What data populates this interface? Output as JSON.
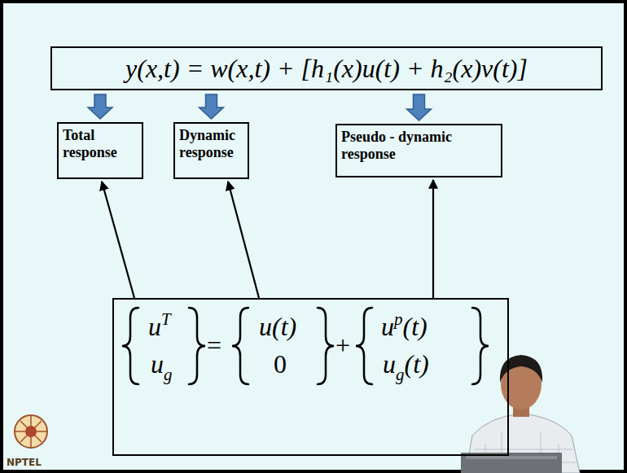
{
  "diagram": {
    "nodes": [
      {
        "text": [
          "y(x,t) = w(x,t) + [h₁(x)u(t) + h₂(x)v(t)]"
        ]
      },
      {
        "text": [
          "Total response"
        ]
      },
      {
        "text": [
          "Dynamic response"
        ]
      },
      {
        "text": [
          "Pseudo - dynamic response"
        ]
      },
      {
        "text": [
          "u",
          "T",
          "u",
          "g",
          "=",
          "u(t)",
          "0",
          "+",
          "u",
          "p",
          "(t)",
          "u",
          "g",
          "(t)"
        ]
      }
    ],
    "edges": [
      {
        "from": 0,
        "to": 1,
        "arrow": "to"
      },
      {
        "from": 0,
        "to": 2,
        "arrow": "to"
      },
      {
        "from": 0,
        "to": 3,
        "arrow": "to"
      },
      {
        "from": 4,
        "to": 1,
        "arrow": "to"
      },
      {
        "from": 4,
        "to": 2,
        "arrow": "to"
      },
      {
        "from": 4,
        "to": 3,
        "arrow": "to"
      }
    ],
    "labels": [
      "NPTEL"
    ]
  }
}
